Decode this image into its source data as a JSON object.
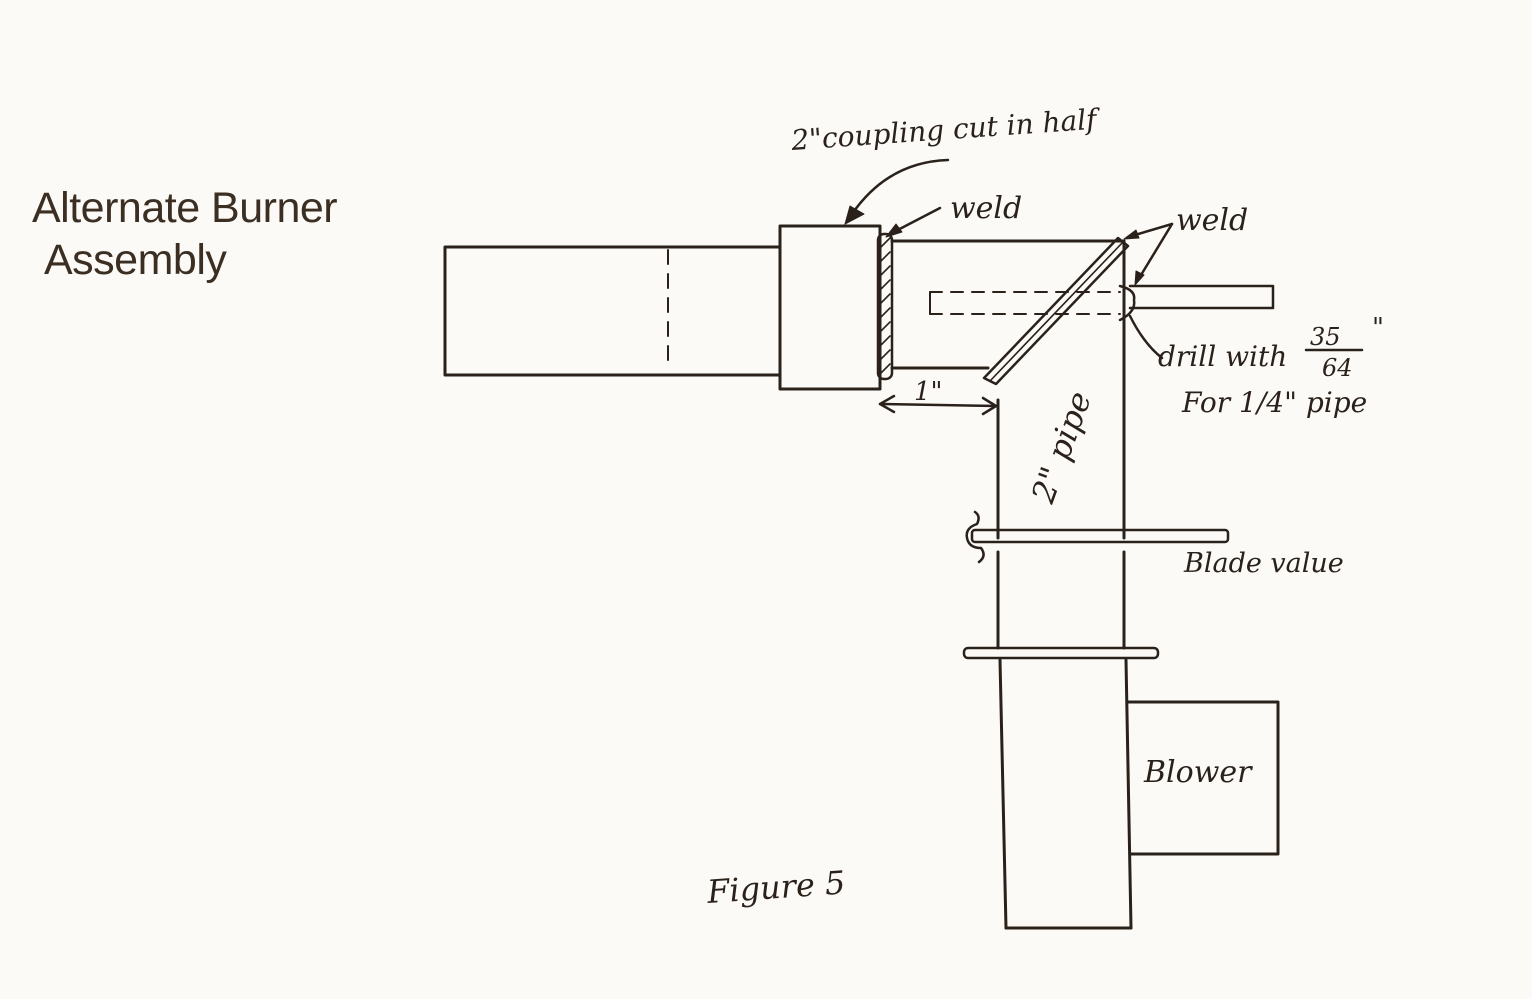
{
  "title": {
    "line1": "Alternate Burner",
    "line2": "Assembly"
  },
  "labels": {
    "coupling": "2\"coupling cut in half",
    "weld_left": "weld",
    "weld_right": "weld",
    "drill": "drill with",
    "drill_frac_num": "35",
    "drill_frac_den": "64",
    "drill_inch": "\"",
    "for_pipe": "For 1/4\" pipe",
    "gap": "1\"",
    "pipe": "2\" pipe",
    "blade_valve": "Blade value",
    "blower": "Blower",
    "figure": "Figure 5"
  },
  "colors": {
    "ink": "#2a211b",
    "paper": "#fbfaf6",
    "title": "#3b2e22"
  }
}
